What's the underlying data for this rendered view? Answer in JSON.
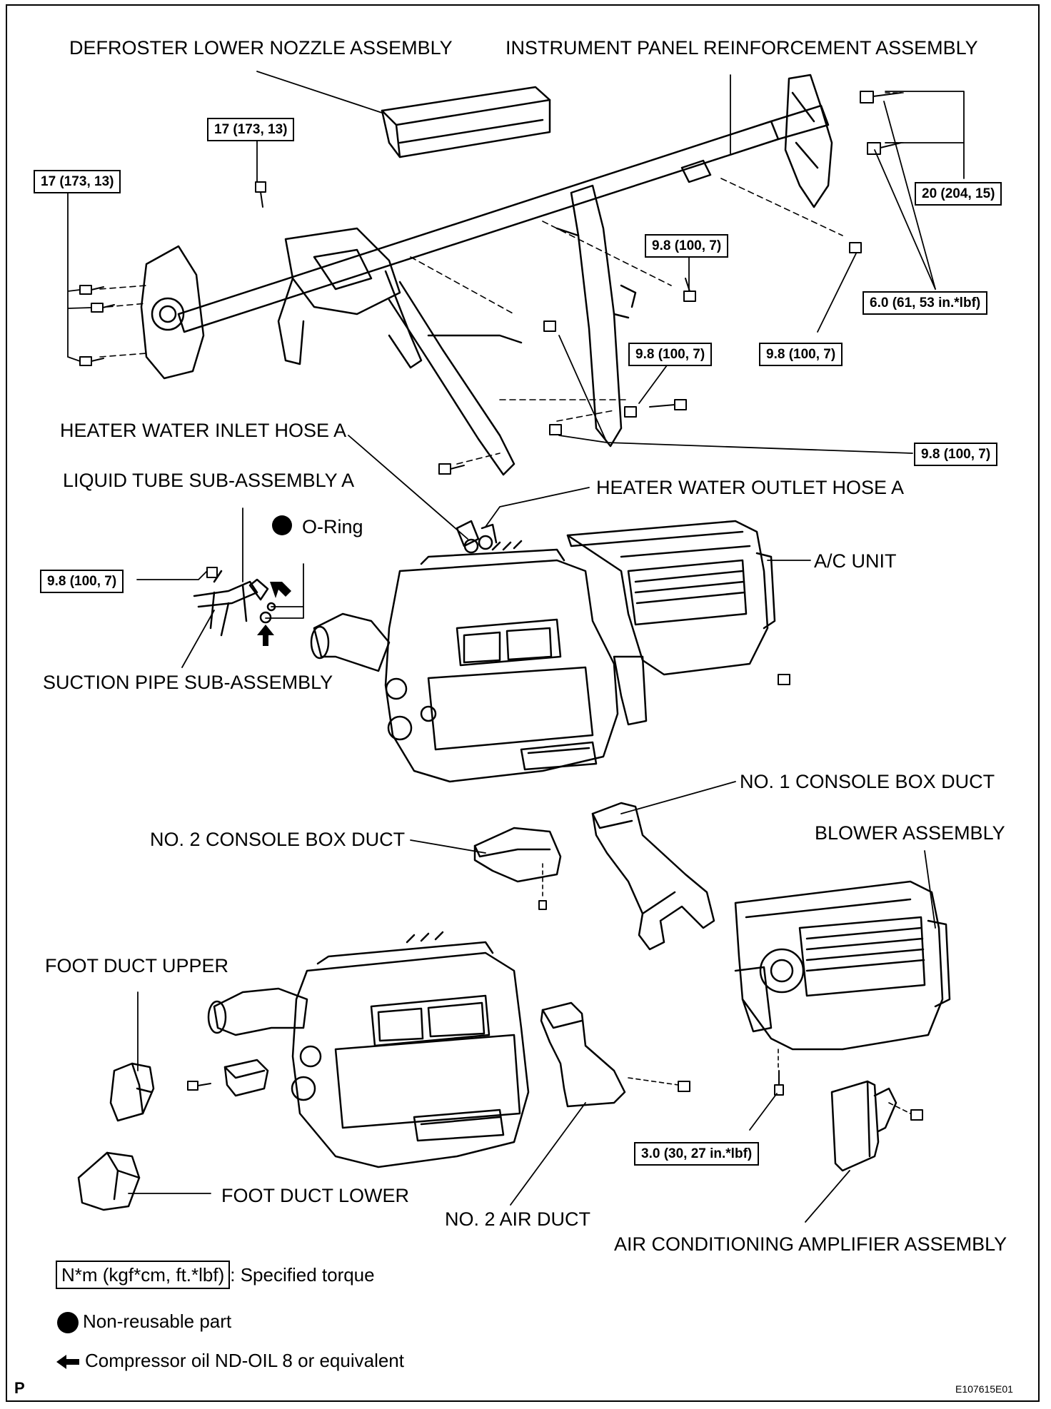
{
  "labels": {
    "defroster": "DEFROSTER LOWER NOZZLE ASSEMBLY",
    "ip_reinf": "INSTRUMENT PANEL REINFORCEMENT ASSEMBLY",
    "heater_inlet": "HEATER WATER INLET HOSE A",
    "liquid_tube": "LIQUID TUBE SUB-ASSEMBLY A",
    "o_ring": "O-Ring",
    "heater_outlet": "HEATER WATER OUTLET HOSE A",
    "ac_unit": "A/C UNIT",
    "suction_pipe": "SUCTION PIPE SUB-ASSEMBLY",
    "console_duct_1": "NO. 1 CONSOLE BOX DUCT",
    "console_duct_2": "NO. 2 CONSOLE BOX DUCT",
    "blower": "BLOWER ASSEMBLY",
    "foot_upper": "FOOT DUCT UPPER",
    "foot_lower": "FOOT DUCT LOWER",
    "air_duct_2": "NO. 2 AIR DUCT",
    "amplifier": "AIR CONDITIONING AMPLIFIER ASSEMBLY"
  },
  "torques": {
    "t1": "17 (173, 13)",
    "t2": "17 (173, 13)",
    "t3": "20 (204, 15)",
    "t4": "9.8 (100, 7)",
    "t5": "6.0 (61, 53 in.*lbf)",
    "t6": "9.8 (100, 7)",
    "t7": "9.8 (100, 7)",
    "t8": "9.8 (100, 7)",
    "t9": "9.8 (100, 7)",
    "t10": "3.0 (30, 27 in.*lbf)"
  },
  "legend": {
    "torque_unit": "N*m (kgf*cm, ft.*lbf)",
    "torque_text": ": Specified torque",
    "nonreusable": "Non-reusable part",
    "oil": "Compressor oil ND-OIL 8 or equivalent"
  },
  "footer": {
    "left": "P",
    "right": "E107615E01"
  }
}
